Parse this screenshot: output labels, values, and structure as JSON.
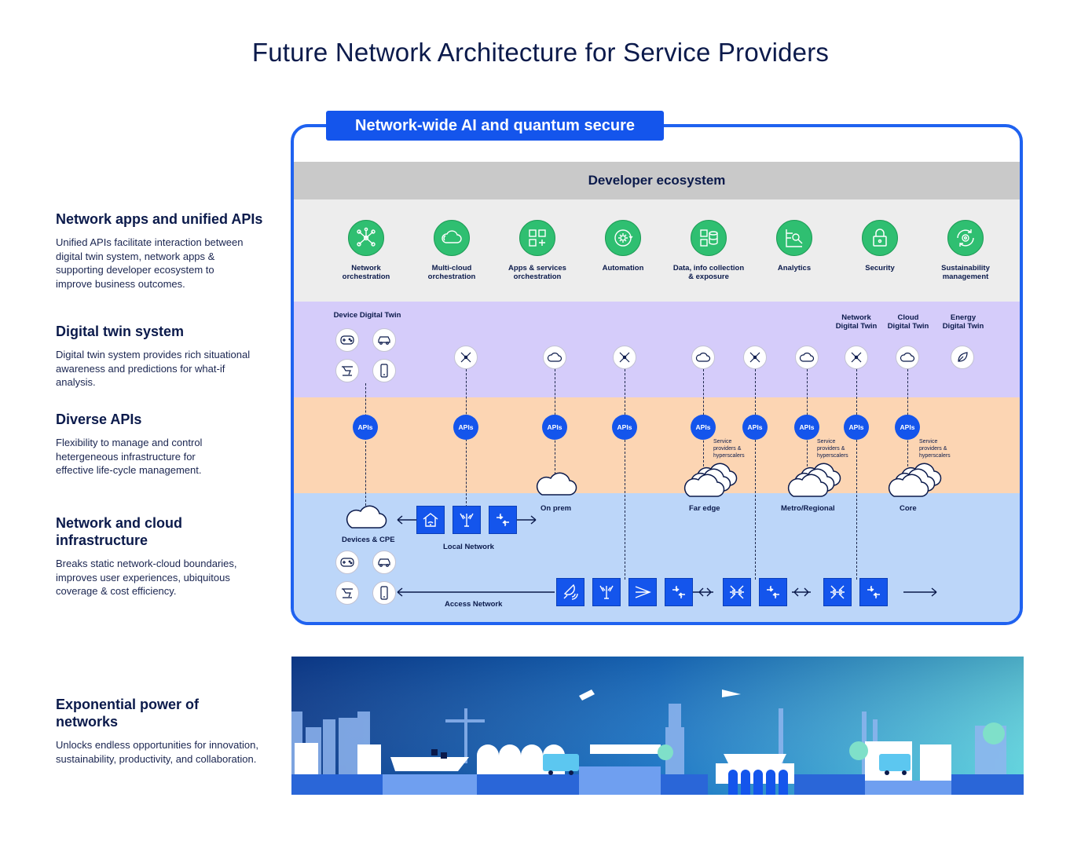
{
  "title": "Future Network Architecture for Service Providers",
  "left_column": [
    {
      "heading": "Network apps and unified APIs",
      "text": "Unified APIs facilitate interaction between digital twin system, network apps & supporting developer ecosystem to improve business outcomes."
    },
    {
      "heading": "Digital twin system",
      "text": "Digital twin system provides rich situational awareness and predictions for what-if analysis."
    },
    {
      "heading": "Diverse APIs",
      "text": "Flexibility to manage and control hetergeneous infrastructure for effective life-cycle management."
    },
    {
      "heading": "Network and cloud infrastructure",
      "text": "Breaks static network-cloud boundaries, improves user experiences, ubiquitous coverage & cost efficiency."
    },
    {
      "heading": "Exponential power of networks",
      "text": "Unlocks endless opportunities for innovation, sustainability, productivity, and collaboration."
    }
  ],
  "banner": "Network-wide AI and quantum secure",
  "developer_ecosystem": "Developer ecosystem",
  "apps": [
    {
      "label": "Network orchestration",
      "icon": "network-icon"
    },
    {
      "label": "Multi-cloud orchestration",
      "icon": "cloud-icon"
    },
    {
      "label": "Apps & services orchestration",
      "icon": "apps-grid-icon"
    },
    {
      "label": "Automation",
      "icon": "gear-cycle-icon"
    },
    {
      "label": "Data, info collection & exposure",
      "icon": "database-icon"
    },
    {
      "label": "Analytics",
      "icon": "analytics-search-icon"
    },
    {
      "label": "Security",
      "icon": "lock-icon"
    },
    {
      "label": "Sustainability management",
      "icon": "sustainability-gear-icon"
    }
  ],
  "twins": {
    "device": "Device Digital Twin",
    "network": "Network Digital Twin",
    "cloud": "Cloud Digital Twin",
    "energy": "Energy Digital Twin"
  },
  "apis_label": "APIs",
  "service_providers_note": "Service providers & hyperscalers",
  "infra_labels": {
    "devices_cpe": "Devices & CPE",
    "local_network": "Local Network",
    "on_prem": "On prem",
    "far_edge": "Far edge",
    "metro_regional": "Metro/Regional",
    "core": "Core",
    "access_network": "Access Network"
  },
  "colors": {
    "brand_blue": "#1455ec",
    "app_green": "#2fbf71",
    "developer_band": "#ededed",
    "twin_band": "#d5ccfa",
    "apis_band": "#fcd5b3",
    "infra_band": "#bcd6f9"
  }
}
